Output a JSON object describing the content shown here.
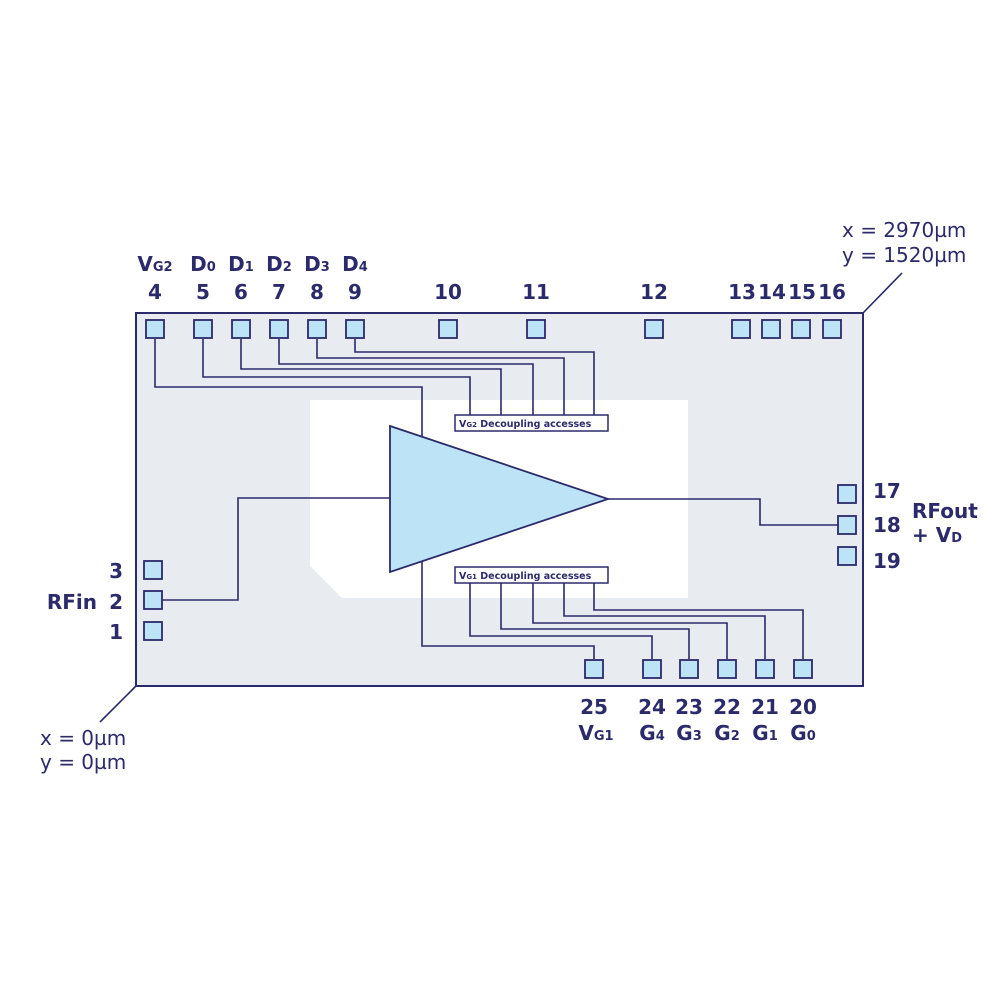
{
  "colors": {
    "ink": "#2b2a6b",
    "chip": "#e8ebef",
    "pad": "#bde3f7",
    "amplifier": "#bde3f7"
  },
  "top_pins": [
    {
      "num": "4",
      "name": "V",
      "sub": "G2"
    },
    {
      "num": "5",
      "name": "D",
      "sub": "0"
    },
    {
      "num": "6",
      "name": "D",
      "sub": "1"
    },
    {
      "num": "7",
      "name": "D",
      "sub": "2"
    },
    {
      "num": "8",
      "name": "D",
      "sub": "3"
    },
    {
      "num": "9",
      "name": "D",
      "sub": "4"
    },
    {
      "num": "10"
    },
    {
      "num": "11"
    },
    {
      "num": "12"
    },
    {
      "num": "13"
    },
    {
      "num": "14"
    },
    {
      "num": "15"
    },
    {
      "num": "16"
    }
  ],
  "left_pins": [
    {
      "num": "3"
    },
    {
      "num": "2",
      "name": "RFin"
    },
    {
      "num": "1"
    }
  ],
  "right_pins": [
    {
      "num": "17"
    },
    {
      "num": "18",
      "name": "RFout",
      "name2": "+ V",
      "sub": "D"
    },
    {
      "num": "19"
    }
  ],
  "bottom_pins": [
    {
      "num": "25",
      "name": "V",
      "sub": "G1"
    },
    {
      "num": "24",
      "name": "G",
      "sub": "4"
    },
    {
      "num": "23",
      "name": "G",
      "sub": "3"
    },
    {
      "num": "22",
      "name": "G",
      "sub": "2"
    },
    {
      "num": "21",
      "name": "G",
      "sub": "1"
    },
    {
      "num": "20",
      "name": "G",
      "sub": "0"
    }
  ],
  "decoupling": {
    "top": {
      "name": "V",
      "sub": "G2",
      "text": " Decoupling accesses"
    },
    "bottom": {
      "name": "V",
      "sub": "G1",
      "text": " Decoupling accesses"
    }
  },
  "coords": {
    "top_right": {
      "x": "x = 2970µm",
      "y": "y = 1520µm"
    },
    "bottom_left": {
      "x": "x = 0µm",
      "y": "y = 0µm"
    }
  }
}
